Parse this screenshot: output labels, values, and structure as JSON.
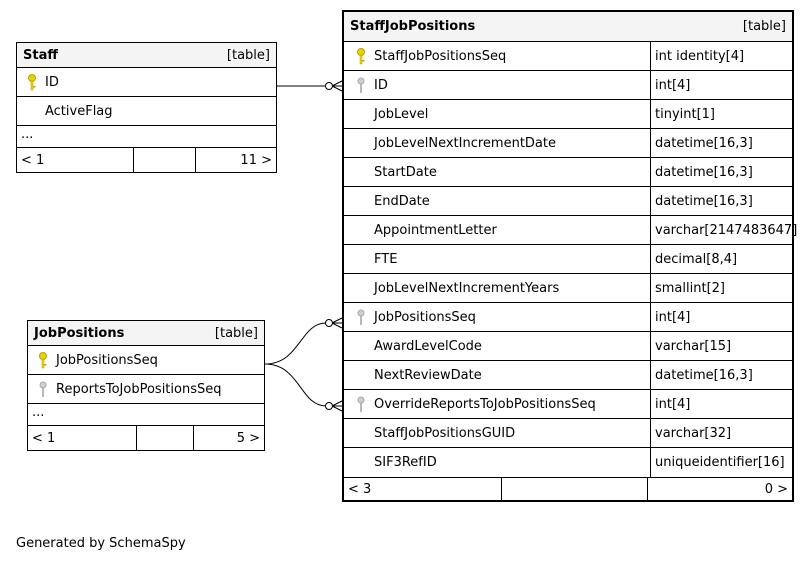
{
  "tables": {
    "staff": {
      "name": "Staff",
      "type": "[table]",
      "columns": [
        {
          "name": "ID",
          "key": "primary"
        },
        {
          "name": "ActiveFlag",
          "key": ""
        }
      ],
      "ellipsis": "...",
      "footer": {
        "left": "< 1",
        "right": "11 >"
      }
    },
    "job_positions": {
      "name": "JobPositions",
      "type": "[table]",
      "columns": [
        {
          "name": "JobPositionsSeq",
          "key": "primary"
        },
        {
          "name": "ReportsToJobPositionsSeq",
          "key": "foreign"
        }
      ],
      "ellipsis": "...",
      "footer": {
        "left": "< 1",
        "right": "5 >"
      }
    },
    "staff_job_positions": {
      "name": "StaffJobPositions",
      "type": "[table]",
      "columns": [
        {
          "name": "StaffJobPositionsSeq",
          "datatype": "int identity[4]",
          "key": "primary"
        },
        {
          "name": "ID",
          "datatype": "int[4]",
          "key": "foreign"
        },
        {
          "name": "JobLevel",
          "datatype": "tinyint[1]",
          "key": ""
        },
        {
          "name": "JobLevelNextIncrementDate",
          "datatype": "datetime[16,3]",
          "key": ""
        },
        {
          "name": "StartDate",
          "datatype": "datetime[16,3]",
          "key": ""
        },
        {
          "name": "EndDate",
          "datatype": "datetime[16,3]",
          "key": ""
        },
        {
          "name": "AppointmentLetter",
          "datatype": "varchar[2147483647]",
          "key": ""
        },
        {
          "name": "FTE",
          "datatype": "decimal[8,4]",
          "key": ""
        },
        {
          "name": "JobLevelNextIncrementYears",
          "datatype": "smallint[2]",
          "key": ""
        },
        {
          "name": "JobPositionsSeq",
          "datatype": "int[4]",
          "key": "foreign"
        },
        {
          "name": "AwardLevelCode",
          "datatype": "varchar[15]",
          "key": ""
        },
        {
          "name": "NextReviewDate",
          "datatype": "datetime[16,3]",
          "key": ""
        },
        {
          "name": "OverrideReportsToJobPositionsSeq",
          "datatype": "int[4]",
          "key": "foreign"
        },
        {
          "name": "StaffJobPositionsGUID",
          "datatype": "varchar[32]",
          "key": ""
        },
        {
          "name": "SIF3RefID",
          "datatype": "uniqueidentifier[16]",
          "key": ""
        }
      ],
      "footer": {
        "left": "< 3",
        "right": "0 >"
      }
    }
  },
  "credit": "Generated by SchemaSpy",
  "colors": {
    "primary_key": "#e8d200",
    "foreign_key": "#a8a8a8",
    "header_bg": "#f4f4f4"
  }
}
